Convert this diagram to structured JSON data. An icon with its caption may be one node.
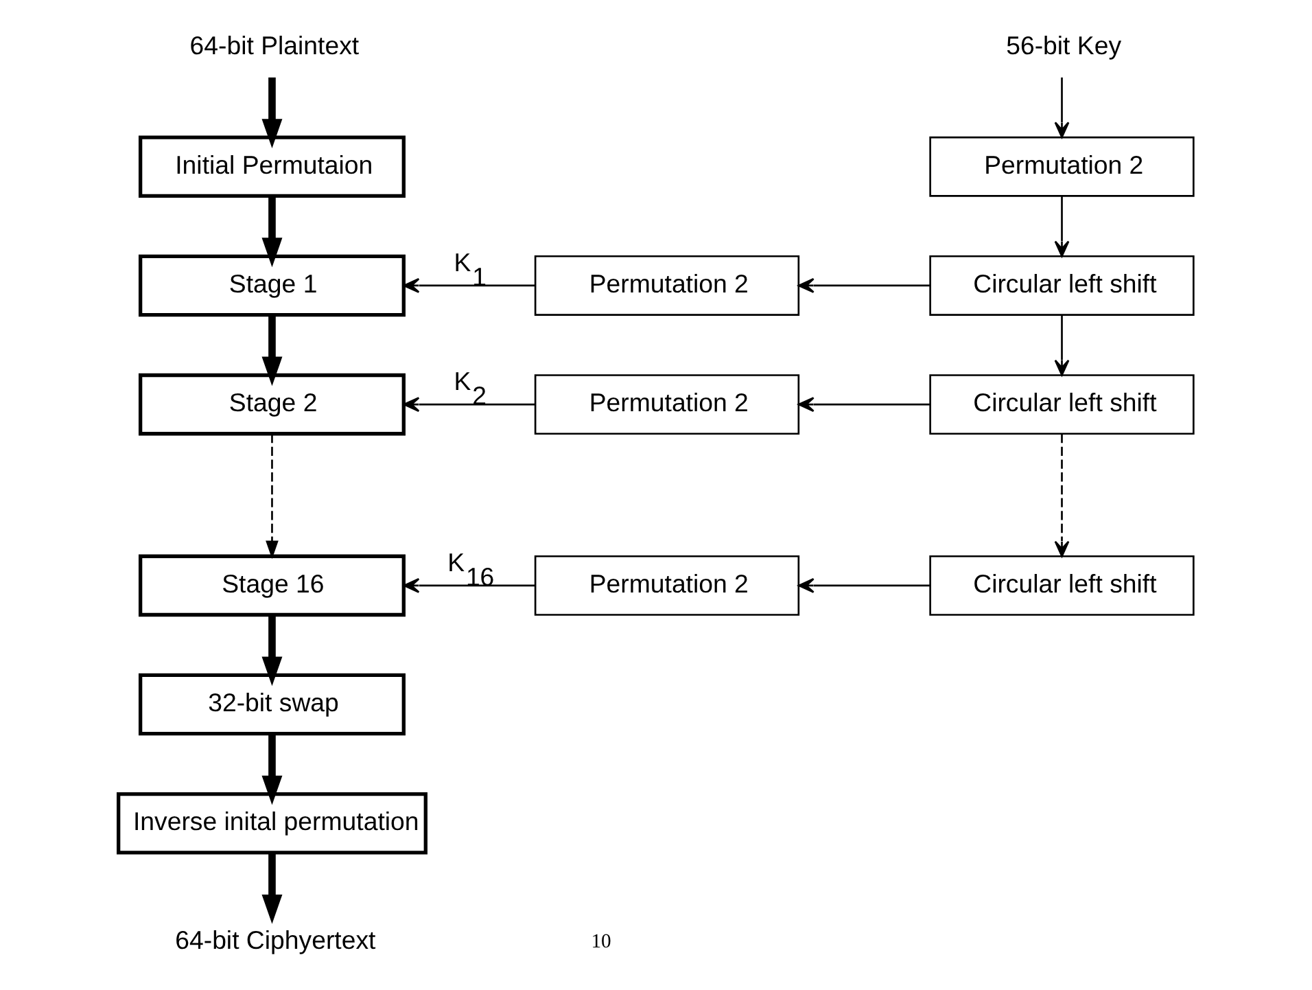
{
  "diagram": {
    "nodes": [
      {
        "text": [
          "64-bit Plaintext"
        ]
      },
      {
        "text": [
          "Initial Permutaion"
        ]
      },
      {
        "text": [
          "Stage 1"
        ]
      },
      {
        "text": [
          "Stage 2"
        ]
      },
      {
        "text": [
          "Stage 16"
        ]
      },
      {
        "text": [
          "32-bit swap"
        ]
      },
      {
        "text": [
          "Inverse inital permutation"
        ]
      },
      {
        "text": [
          "64-bit Ciphyertext"
        ]
      },
      {
        "text": [
          "56-bit Key"
        ]
      },
      {
        "text": [
          "Permutation 2"
        ]
      },
      {
        "text": [
          "Circular left shift"
        ]
      },
      {
        "text": [
          "Permutation 2"
        ]
      },
      {
        "text": [
          "Circular left shift"
        ]
      },
      {
        "text": [
          "Permutation 2"
        ]
      },
      {
        "text": [
          "Circular left shift"
        ]
      },
      {
        "text": [
          "Permutation 2"
        ]
      }
    ],
    "edges": [
      {
        "from": 0,
        "to": 1,
        "arrow": "to",
        "style": "thick"
      },
      {
        "from": 1,
        "to": 2,
        "arrow": "to",
        "style": "thick"
      },
      {
        "from": 2,
        "to": 3,
        "arrow": "to",
        "style": "thick"
      },
      {
        "from": 3,
        "to": 4,
        "arrow": "to",
        "style": "dashed"
      },
      {
        "from": 4,
        "to": 5,
        "arrow": "to",
        "style": "thick"
      },
      {
        "from": 5,
        "to": 6,
        "arrow": "to",
        "style": "thick"
      },
      {
        "from": 6,
        "to": 7,
        "arrow": "to",
        "style": "thick"
      },
      {
        "from": 8,
        "to": 9,
        "arrow": "to"
      },
      {
        "from": 9,
        "to": 10,
        "arrow": "to"
      },
      {
        "from": 10,
        "to": 11,
        "arrow": "to"
      },
      {
        "from": 11,
        "to": 2,
        "arrow": "to",
        "label": "K$_{1}$"
      },
      {
        "from": 10,
        "to": 12,
        "arrow": "to"
      },
      {
        "from": 12,
        "to": 13,
        "arrow": "to"
      },
      {
        "from": 13,
        "to": 3,
        "arrow": "to",
        "label": "K$_{2}$"
      },
      {
        "from": 12,
        "to": 14,
        "arrow": "to",
        "style": "dashed"
      },
      {
        "from": 14,
        "to": 15,
        "arrow": "to"
      },
      {
        "from": 15,
        "to": 4,
        "arrow": "to",
        "label": "K$_{16}$"
      }
    ],
    "labels": [
      "10"
    ]
  }
}
